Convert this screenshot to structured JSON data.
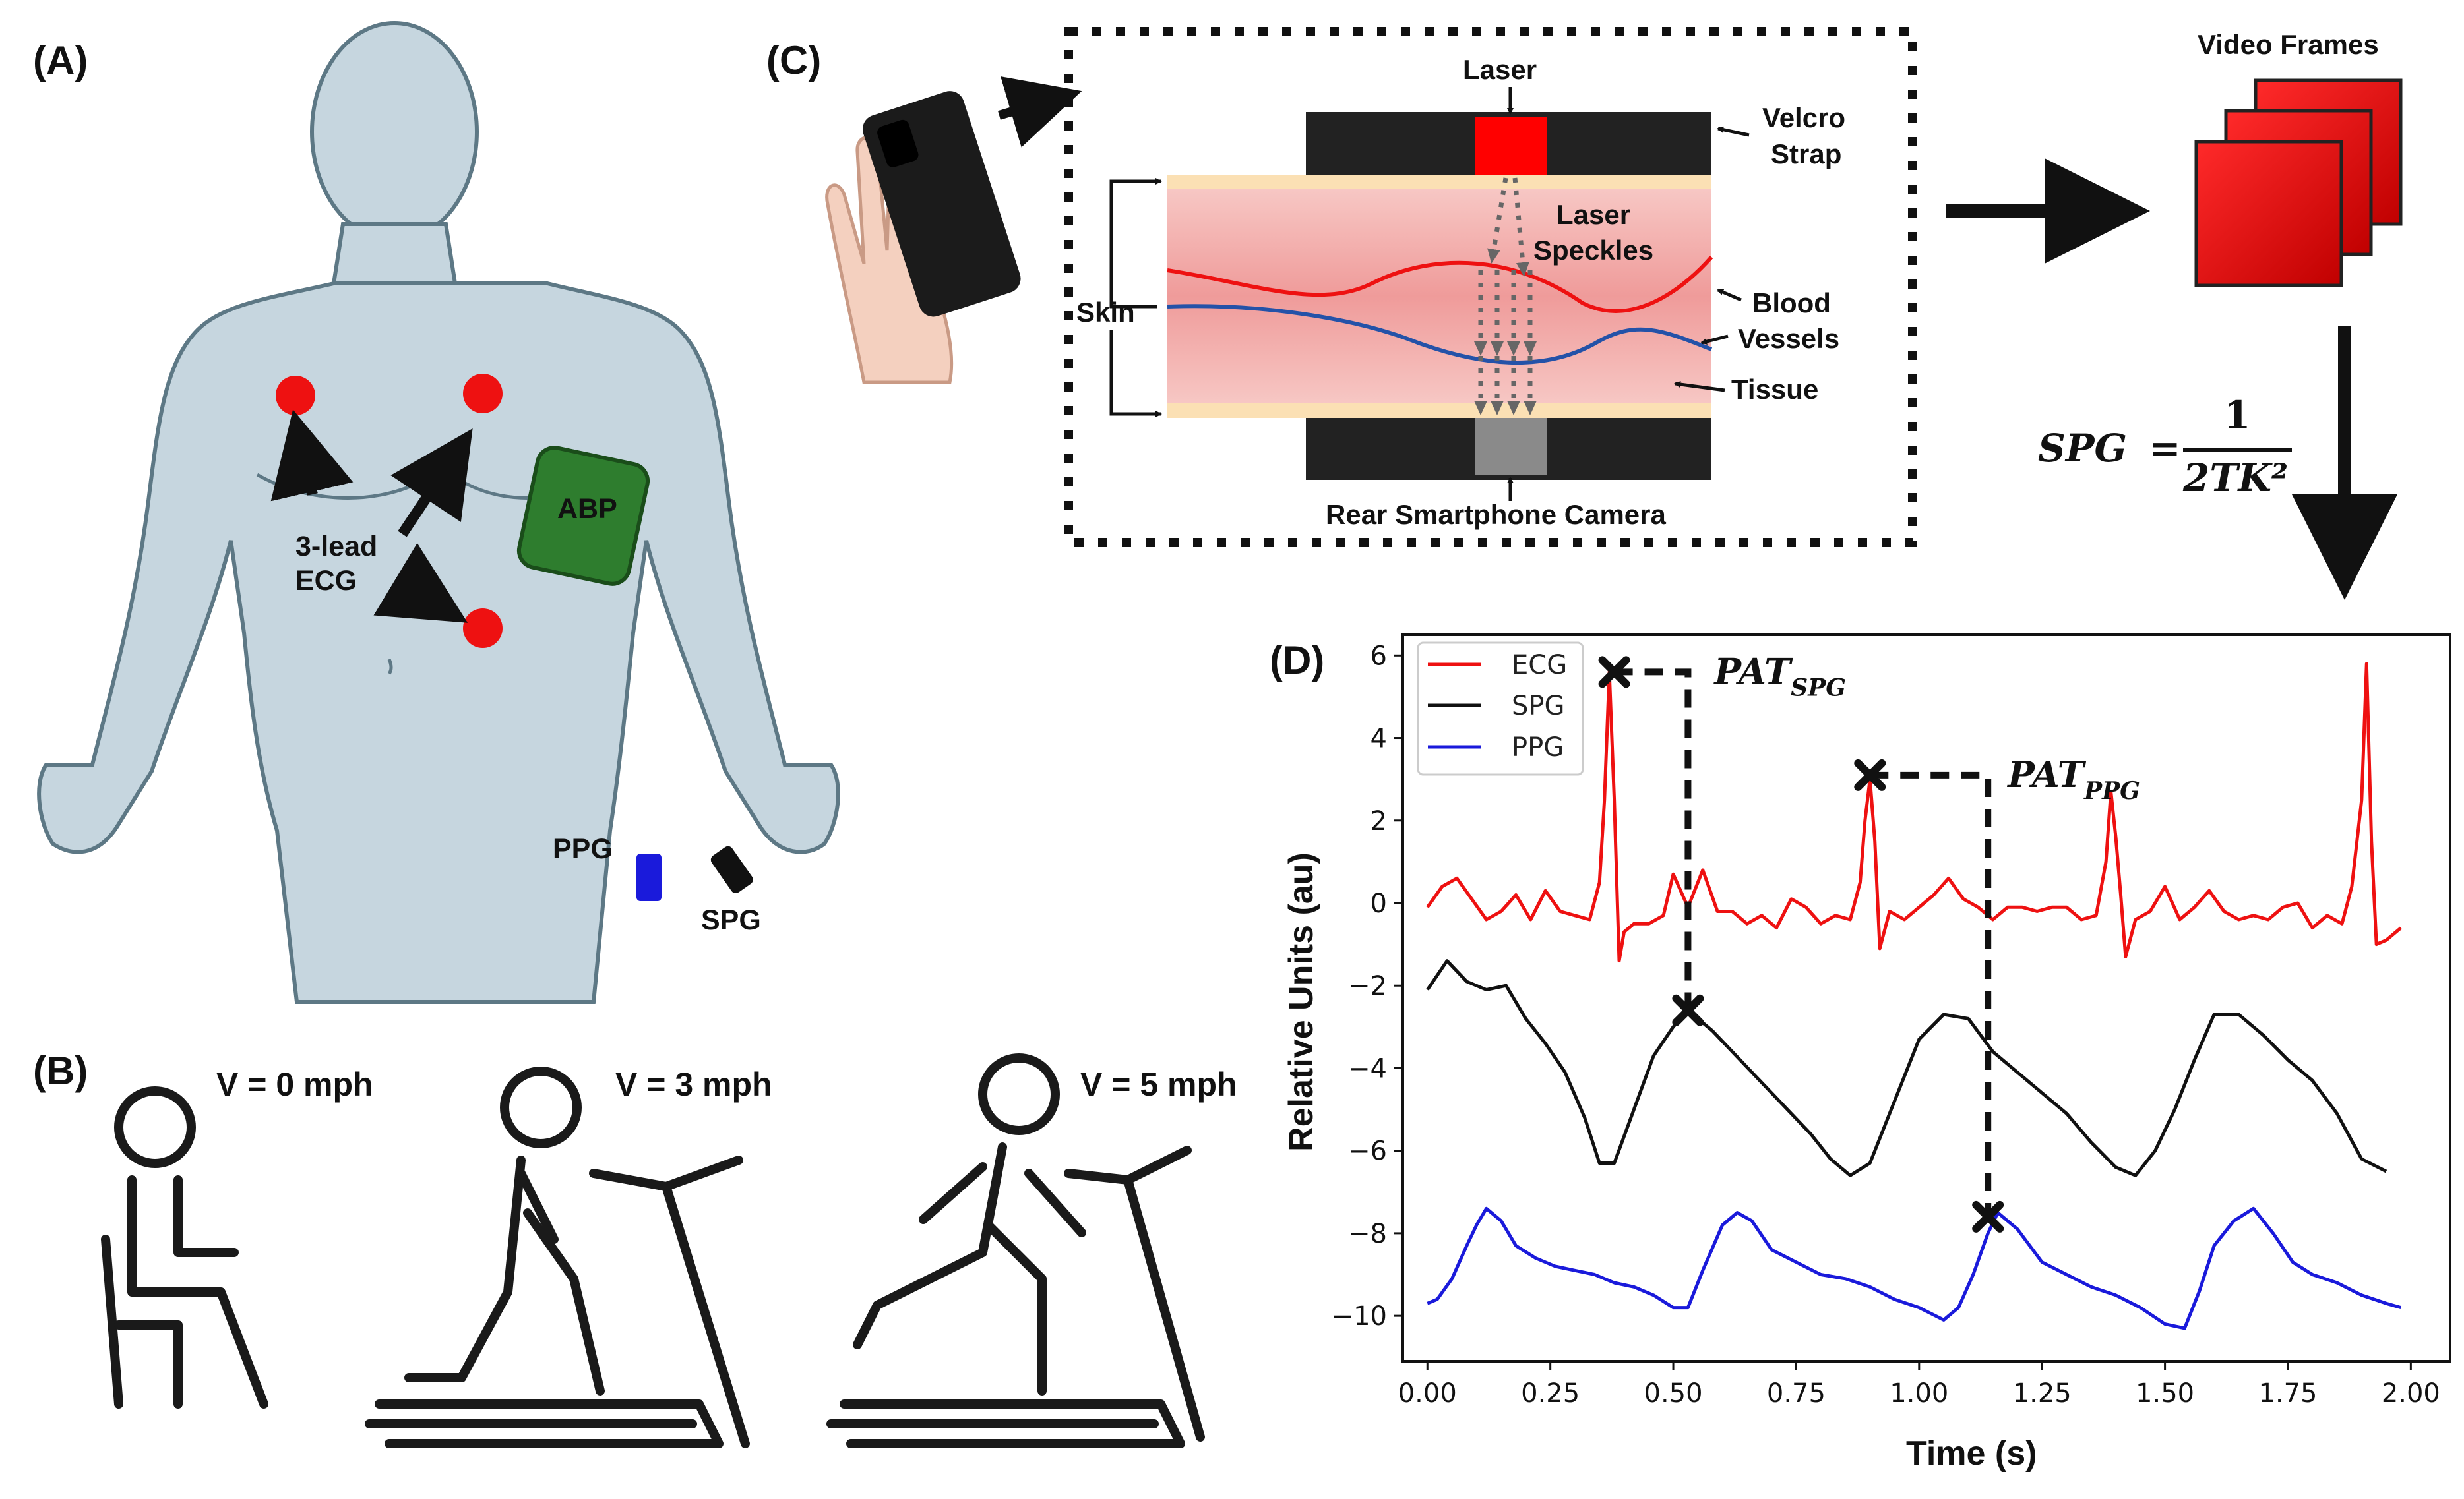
{
  "panels": {
    "a": "(A)",
    "b": "(B)",
    "c": "(C)",
    "d": "(D)"
  },
  "panel_a": {
    "ecg_label_line1": "3-lead",
    "ecg_label_line2": "ECG",
    "abp_label": "ABP",
    "ppg_label": "PPG",
    "spg_label": "SPG",
    "colors": {
      "skin": "#c6d6df",
      "outline": "#5d7885",
      "electrode": "#ee1111",
      "cuff": "#2e7d2e",
      "ppg_sensor": "#1a1adb",
      "spg_sensor": "#111111"
    }
  },
  "panel_b": {
    "speeds": [
      "V = 0 mph",
      "V = 3 mph",
      "V = 5 mph"
    ]
  },
  "panel_c": {
    "laser": "Laser",
    "velcro_line1": "Velcro",
    "velcro_line2": "Strap",
    "speckles_line1": "Laser",
    "speckles_line2": "Speckles",
    "skin": "Skin",
    "blood_line1": "Blood",
    "blood_line2": "Vessels",
    "tissue": "Tissue",
    "camera": "Rear Smartphone Camera",
    "video_frames": "Video Frames",
    "formula_lhs": "SPG",
    "formula_equals": "=",
    "formula_num": "1",
    "formula_den": "2TK²"
  },
  "chart_data": {
    "type": "line",
    "xlabel": "Time (s)",
    "ylabel": "Relative Units (au)",
    "xlim": [
      -0.05,
      2.08
    ],
    "ylim": [
      -11.1,
      6.5
    ],
    "xticks": [
      0.0,
      0.25,
      0.5,
      0.75,
      1.0,
      1.25,
      1.5,
      1.75,
      2.0
    ],
    "xtick_labels": [
      "0.00",
      "0.25",
      "0.50",
      "0.75",
      "1.00",
      "1.25",
      "1.50",
      "1.75",
      "2.00"
    ],
    "yticks": [
      6,
      4,
      2,
      0,
      -2,
      -4,
      -6,
      -8,
      -10
    ],
    "ytick_labels": [
      "6",
      "4",
      "2",
      "0",
      "−2",
      "−4",
      "−6",
      "−8",
      "−10"
    ],
    "legend_position": "top-left",
    "series": [
      {
        "name": "ECG",
        "color": "#ee1111",
        "x": [
          0.0,
          0.03,
          0.06,
          0.09,
          0.12,
          0.15,
          0.18,
          0.21,
          0.24,
          0.27,
          0.3,
          0.33,
          0.35,
          0.36,
          0.37,
          0.38,
          0.39,
          0.4,
          0.42,
          0.45,
          0.48,
          0.5,
          0.53,
          0.56,
          0.59,
          0.62,
          0.65,
          0.68,
          0.71,
          0.74,
          0.77,
          0.8,
          0.83,
          0.86,
          0.88,
          0.89,
          0.9,
          0.91,
          0.92,
          0.94,
          0.97,
          1.0,
          1.03,
          1.06,
          1.09,
          1.12,
          1.15,
          1.18,
          1.21,
          1.24,
          1.27,
          1.3,
          1.33,
          1.36,
          1.38,
          1.39,
          1.4,
          1.41,
          1.42,
          1.44,
          1.47,
          1.5,
          1.53,
          1.56,
          1.59,
          1.62,
          1.65,
          1.68,
          1.71,
          1.74,
          1.77,
          1.8,
          1.83,
          1.86,
          1.88,
          1.9,
          1.91,
          1.92,
          1.93,
          1.95,
          1.98
        ],
        "y": [
          -0.1,
          0.4,
          0.6,
          0.1,
          -0.4,
          -0.2,
          0.2,
          -0.4,
          0.3,
          -0.2,
          -0.3,
          -0.4,
          0.5,
          2.5,
          5.6,
          2.5,
          -1.4,
          -0.7,
          -0.5,
          -0.5,
          -0.3,
          0.7,
          -0.1,
          0.8,
          -0.2,
          -0.2,
          -0.5,
          -0.3,
          -0.6,
          0.1,
          -0.1,
          -0.5,
          -0.3,
          -0.4,
          0.5,
          2.0,
          3.0,
          1.5,
          -1.1,
          -0.2,
          -0.4,
          -0.1,
          0.2,
          0.6,
          0.1,
          -0.1,
          -0.4,
          -0.1,
          -0.1,
          -0.2,
          -0.1,
          -0.1,
          -0.4,
          -0.3,
          1.0,
          2.7,
          1.6,
          0.2,
          -1.3,
          -0.4,
          -0.2,
          0.4,
          -0.4,
          -0.1,
          0.3,
          -0.2,
          -0.4,
          -0.3,
          -0.4,
          -0.1,
          0.0,
          -0.6,
          -0.3,
          -0.5,
          0.4,
          2.5,
          5.8,
          1.5,
          -1.0,
          -0.9,
          -0.6
        ]
      },
      {
        "name": "SPG",
        "color": "#111111",
        "x": [
          0.0,
          0.04,
          0.08,
          0.12,
          0.16,
          0.2,
          0.24,
          0.28,
          0.32,
          0.35,
          0.38,
          0.42,
          0.46,
          0.5,
          0.53,
          0.58,
          0.62,
          0.66,
          0.7,
          0.74,
          0.78,
          0.82,
          0.86,
          0.9,
          0.95,
          1.0,
          1.05,
          1.1,
          1.15,
          1.2,
          1.25,
          1.3,
          1.35,
          1.4,
          1.44,
          1.48,
          1.52,
          1.56,
          1.6,
          1.65,
          1.7,
          1.75,
          1.8,
          1.85,
          1.9,
          1.95
        ],
        "y": [
          -2.1,
          -1.4,
          -1.9,
          -2.1,
          -2.0,
          -2.8,
          -3.4,
          -4.1,
          -5.2,
          -6.3,
          -6.3,
          -5.0,
          -3.7,
          -3.0,
          -2.6,
          -3.1,
          -3.6,
          -4.1,
          -4.6,
          -5.1,
          -5.6,
          -6.2,
          -6.6,
          -6.3,
          -4.8,
          -3.3,
          -2.7,
          -2.8,
          -3.6,
          -4.1,
          -4.6,
          -5.1,
          -5.8,
          -6.4,
          -6.6,
          -6.0,
          -5.0,
          -3.8,
          -2.7,
          -2.7,
          -3.2,
          -3.8,
          -4.3,
          -5.1,
          -6.2,
          -6.5
        ]
      },
      {
        "name": "PPG",
        "color": "#1a1adb",
        "x": [
          0.0,
          0.02,
          0.05,
          0.08,
          0.1,
          0.12,
          0.15,
          0.18,
          0.22,
          0.26,
          0.3,
          0.34,
          0.38,
          0.42,
          0.46,
          0.5,
          0.53,
          0.56,
          0.6,
          0.63,
          0.66,
          0.7,
          0.75,
          0.8,
          0.85,
          0.9,
          0.95,
          1.0,
          1.05,
          1.08,
          1.11,
          1.14,
          1.16,
          1.2,
          1.25,
          1.3,
          1.35,
          1.4,
          1.45,
          1.5,
          1.54,
          1.57,
          1.6,
          1.64,
          1.68,
          1.72,
          1.76,
          1.8,
          1.85,
          1.9,
          1.95,
          1.98
        ],
        "y": [
          -9.7,
          -9.6,
          -9.1,
          -8.3,
          -7.8,
          -7.4,
          -7.7,
          -8.3,
          -8.6,
          -8.8,
          -8.9,
          -9.0,
          -9.2,
          -9.3,
          -9.5,
          -9.8,
          -9.8,
          -8.9,
          -7.8,
          -7.5,
          -7.7,
          -8.4,
          -8.7,
          -9.0,
          -9.1,
          -9.3,
          -9.6,
          -9.8,
          -10.1,
          -9.8,
          -9.0,
          -8.0,
          -7.5,
          -7.9,
          -8.7,
          -9.0,
          -9.3,
          -9.5,
          -9.8,
          -10.2,
          -10.3,
          -9.4,
          -8.3,
          -7.7,
          -7.4,
          -8.0,
          -8.7,
          -9.0,
          -9.2,
          -9.5,
          -9.7,
          -9.8
        ]
      }
    ],
    "annotations": {
      "pat_spg": {
        "label": "PAT",
        "subscript": "SPG",
        "from": {
          "x": 0.38,
          "y": 5.6
        },
        "to": {
          "x": 0.53,
          "y": -2.6
        }
      },
      "pat_ppg": {
        "label": "PAT",
        "subscript": "PPG",
        "from": {
          "x": 0.9,
          "y": 3.1
        },
        "to": {
          "x": 1.14,
          "y": -7.6
        }
      }
    }
  }
}
